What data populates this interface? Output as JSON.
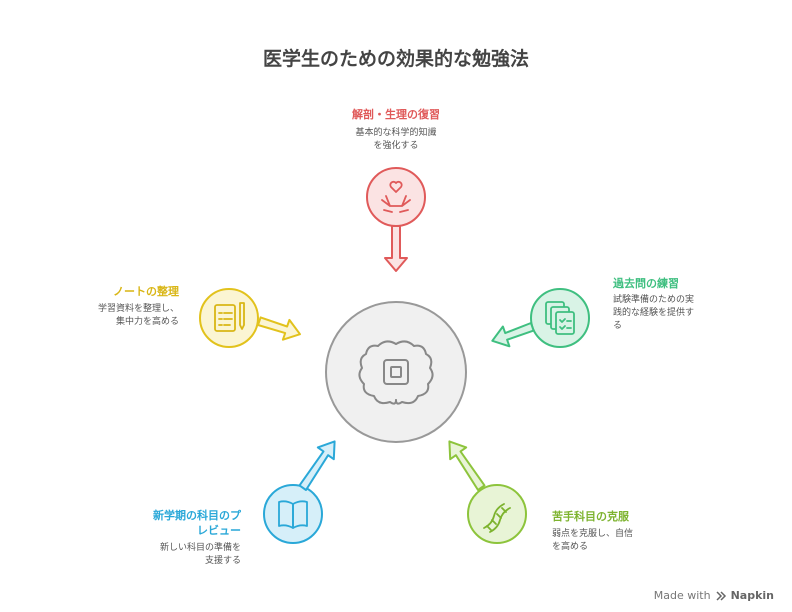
{
  "title": "医学生のための効果的な勉強法",
  "nodes": {
    "top": {
      "title": "解剖・生理の復習",
      "desc1": "基本的な科学的知識",
      "desc2": "を強化する",
      "color": "#e05a5a",
      "fill": "#fbe3e3",
      "icon": "heart-hands-icon"
    },
    "left": {
      "title": "ノートの整理",
      "desc1": "学習資料を整理し、",
      "desc2": "集中力を高める",
      "color": "#e2c21c",
      "fill": "#fbf5d3",
      "icon": "notes-pen-icon"
    },
    "right": {
      "title": "過去問の練習",
      "desc1": "試験準備のための実",
      "desc2": "践的な経験を提供す",
      "desc3": "る",
      "color": "#3fbf80",
      "fill": "#d9f3e6",
      "icon": "documents-icon"
    },
    "bottom_left": {
      "title1": "新学期の科目のプ",
      "title2": "レビュー",
      "desc1": "新しい科目の準備を",
      "desc2": "支援する",
      "color": "#2aa8d8",
      "fill": "#d6eff9",
      "icon": "open-book-icon"
    },
    "bottom_right": {
      "title": "苦手科目の克服",
      "desc1": "弱点を克服し、自信",
      "desc2": "を高める",
      "color": "#8dc43c",
      "fill": "#e8f4d6",
      "icon": "dna-icon"
    }
  },
  "center": {
    "icon": "brain-chip-icon",
    "color": "#8a8a8a",
    "fill": "#f0f0f0"
  },
  "footer": {
    "made_with": "Made with",
    "brand": "Napkin"
  }
}
